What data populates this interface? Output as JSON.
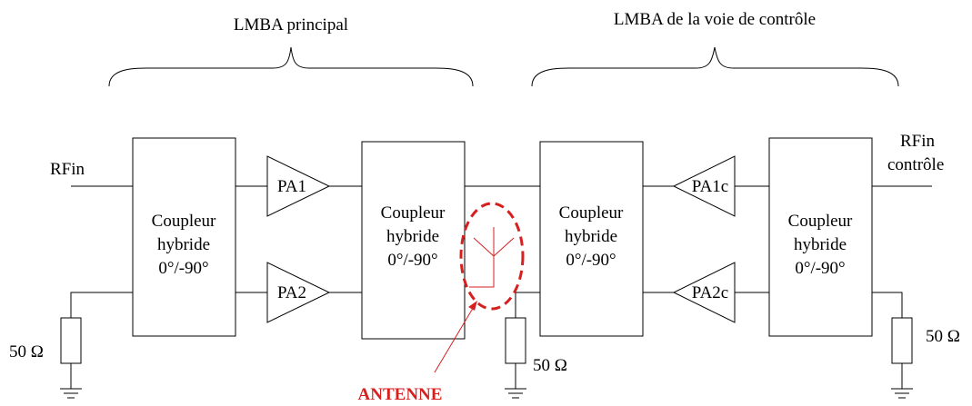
{
  "headers": {
    "left": "LMBA principal",
    "right": "LMBA de la voie de contrôle"
  },
  "inputs": {
    "rf_in": "RFin",
    "rf_in_control_line1": "RFin",
    "rf_in_control_line2": "contrôle"
  },
  "couplers": [
    {
      "line1": "Coupleur",
      "line2": "hybride",
      "line3": "0°/-90°"
    },
    {
      "line1": "Coupleur",
      "line2": "hybride",
      "line3": "0°/-90°"
    },
    {
      "line1": "Coupleur",
      "line2": "hybride",
      "line3": "0°/-90°"
    },
    {
      "line1": "Coupleur",
      "line2": "hybride",
      "line3": "0°/-90°"
    }
  ],
  "amplifiers": {
    "pa1": "PA1",
    "pa2": "PA2",
    "pa1c": "PA1c",
    "pa2c": "PA2c"
  },
  "loads": {
    "left": "50 Ω",
    "middle": "50 Ω",
    "right": "50 Ω"
  },
  "antenna_label": "ANTENNE",
  "colors": {
    "line": "#000000",
    "antenna": "#d62020"
  }
}
